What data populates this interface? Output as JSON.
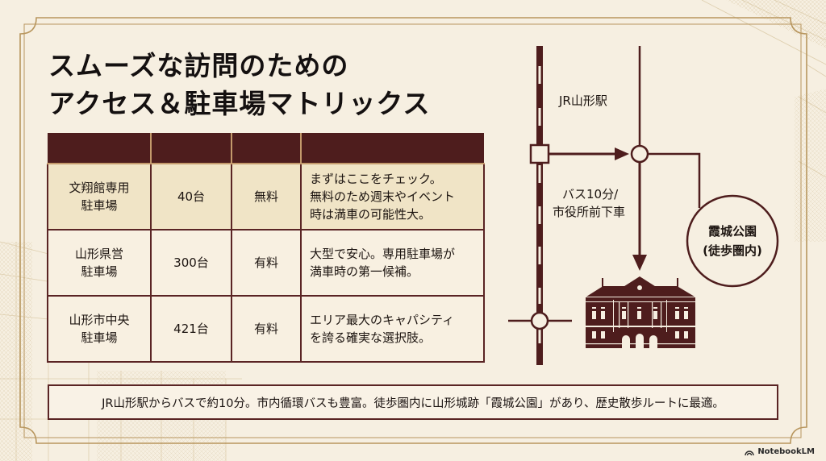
{
  "title": {
    "line1": "スムーズな訪問のための",
    "line2": "アクセス＆駐車場マトリックス"
  },
  "table": {
    "headers": [
      "",
      "",
      "",
      ""
    ],
    "rows": [
      {
        "name_line1": "文翔館専用",
        "name_line2": "駐車場",
        "count": "40台",
        "fee": "無料",
        "note_line1": "まずはここをチェック。",
        "note_line2": "無料のため週末やイベント",
        "note_line3": "時は満車の可能性大。",
        "highlight": true
      },
      {
        "name_line1": "山形県営",
        "name_line2": "駐車場",
        "count": "300台",
        "fee": "有料",
        "note_line1": "大型で安心。専用駐車場が",
        "note_line2": "満車時の第一候補。",
        "note_line3": "",
        "highlight": false
      },
      {
        "name_line1": "山形市中央",
        "name_line2": "駐車場",
        "count": "421台",
        "fee": "有料",
        "note_line1": "エリア最大のキャパシティ",
        "note_line2": "を誇る確実な選択肢。",
        "note_line3": "",
        "highlight": false
      }
    ]
  },
  "map": {
    "station_label": "JR山形駅",
    "bus_label_line1": "バス10分/",
    "bus_label_line2": "市役所前下車",
    "park_label_line1": "霞城公園",
    "park_label_line2": "(徒歩圏内)",
    "destination_icon": "historic-building-icon"
  },
  "footer": {
    "text": "JR山形駅からバスで約10分。市内循環バスも豊富。徒歩圏内に山形城跡「霞城公園」があり、歴史散歩ルートに最適。"
  },
  "branding": {
    "label": "NotebookLM"
  },
  "colors": {
    "background": "#f6efe1",
    "accent_dark": "#4e1d1d",
    "gold_frame": "#b8965e",
    "highlight_row": "#f0e4c6"
  }
}
